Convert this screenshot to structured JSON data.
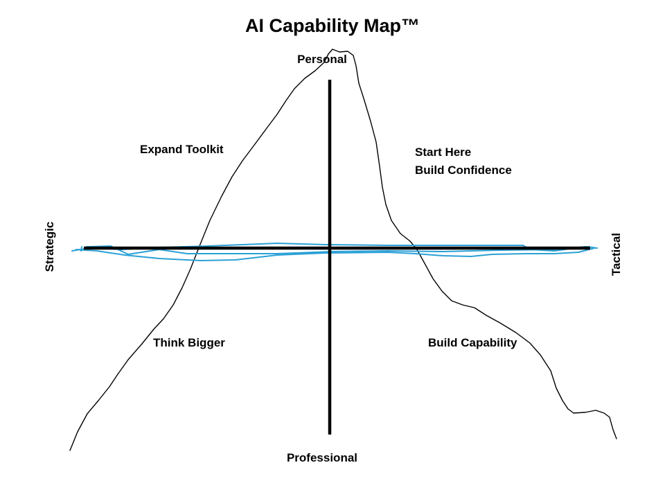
{
  "title": "AI Capability Map™",
  "axes": {
    "top": "Personal",
    "bottom": "Professional",
    "left": "Strategic",
    "right": "Tactical"
  },
  "quadrants": {
    "top_left": "Expand Toolkit",
    "top_right_line1": "Start Here",
    "top_right_line2": "Build Confidence",
    "bottom_left": "Think Bigger",
    "bottom_right": "Build Capability"
  },
  "colors": {
    "axis": "#000000",
    "curve": "#000000",
    "scribble": "#2aa0d6"
  }
}
